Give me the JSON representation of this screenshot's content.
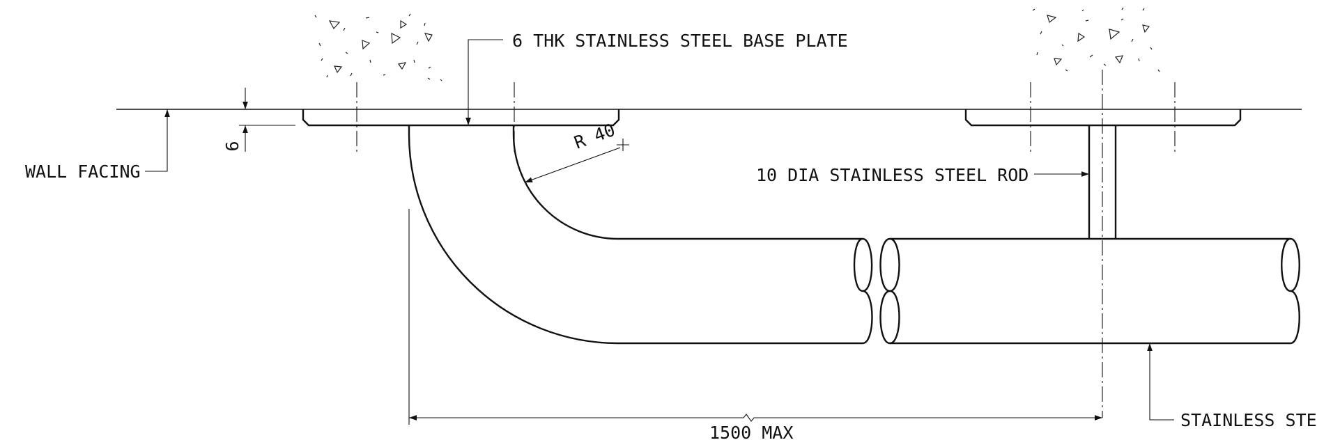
{
  "labels": {
    "base_plate": "6 THK STAINLESS STEEL BASE PLATE",
    "wall_facing": "WALL FACING",
    "thickness_dim": "6",
    "radius": "R 40",
    "rod": "10 DIA STAINLESS STEEL ROD",
    "span": "1500 MAX",
    "rail": "STAINLESS STE"
  },
  "colors": {
    "line": "#111111",
    "background": "#ffffff"
  }
}
